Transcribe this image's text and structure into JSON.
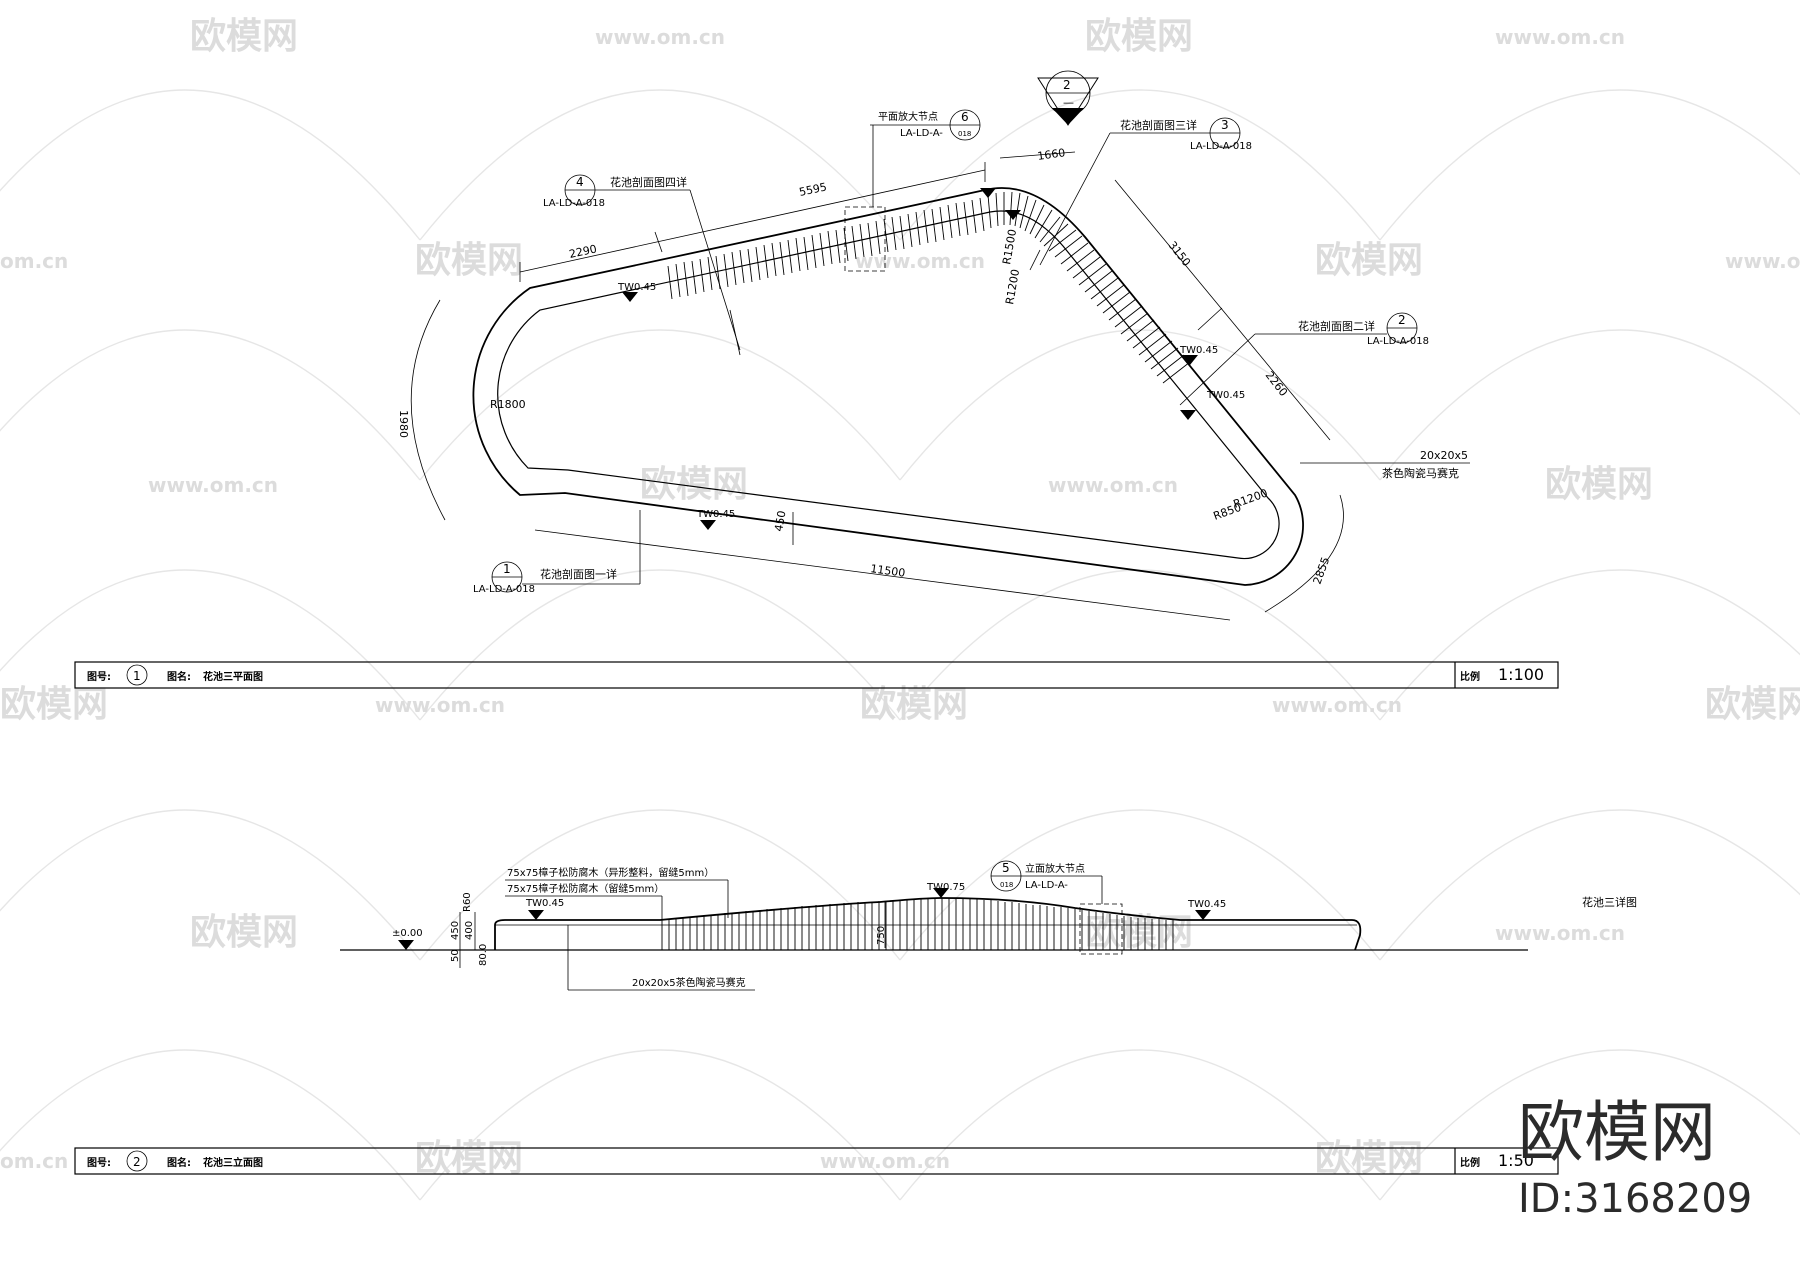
{
  "plan": {
    "title_block": {
      "label": "图号:",
      "num": "1",
      "name_label": "图名:",
      "name": "花池三平面图",
      "scale_label": "比例",
      "scale": "1:100"
    },
    "dims": {
      "d5595": "5595",
      "d2290": "2290",
      "d1660": "1660",
      "d3150": "3150",
      "d2260": "2260",
      "d1980": "1980",
      "d11500": "11500",
      "d450": "450",
      "d2855": "2855",
      "r1800": "R1800",
      "r1500": "R1500",
      "r1200a": "R1200",
      "r1200b": "R1200",
      "r850": "R850"
    },
    "levels": {
      "tw1": "TW0.45",
      "tw2": "TW0.45",
      "tw3": "TW0.45",
      "tw4": "TW0.45"
    },
    "callouts": {
      "c4": {
        "num": "4",
        "text": "花池剖面图四详",
        "ref": "LA-LD-A-018"
      },
      "c6": {
        "num": "6",
        "sheet": "018",
        "text": "平面放大节点",
        "ref": "LA-LD-A-"
      },
      "c3": {
        "num": "3",
        "text": "花池剖面图三详",
        "ref": "LA-LD-A-018"
      },
      "c2": {
        "num": "2",
        "text": "花池剖面图二详",
        "ref": "LA-LD-A-018"
      },
      "c1": {
        "num": "1",
        "text": "花池剖面图一详",
        "ref": "LA-LD-A-018"
      },
      "north": {
        "num": "2",
        "sub": "—"
      }
    },
    "material": {
      "size": "20x20x5",
      "name": "茶色陶瓷马赛克"
    }
  },
  "elevation": {
    "title_block": {
      "label": "图号:",
      "num": "2",
      "name_label": "图名:",
      "name": "花池三立面图",
      "scale_label": "比例",
      "scale": "1:50"
    },
    "notes": {
      "wood1": "75x75樟子松防腐木（异形整料，留缝5mm）",
      "wood2": "75x75樟子松防腐木（留缝5mm）",
      "mosaic": "20x20x5茶色陶瓷马赛克"
    },
    "levels": {
      "zero": "±0.00",
      "tw1": "TW0.45",
      "tw2": "TW0.75",
      "tw3": "TW0.45"
    },
    "dims": {
      "r60": "R60",
      "d450": "450",
      "d400": "400",
      "d50": "50",
      "d800": "80.0",
      "d750": "750"
    },
    "callout5": {
      "num": "5",
      "sheet": "018",
      "text": "立面放大节点",
      "ref": "LA-LD-A-"
    },
    "side_title": "花池三详图"
  },
  "watermark": {
    "brand": "欧模网",
    "url": "www.om.cn",
    "url_short": "om.cn",
    "id": "ID:3168209"
  }
}
